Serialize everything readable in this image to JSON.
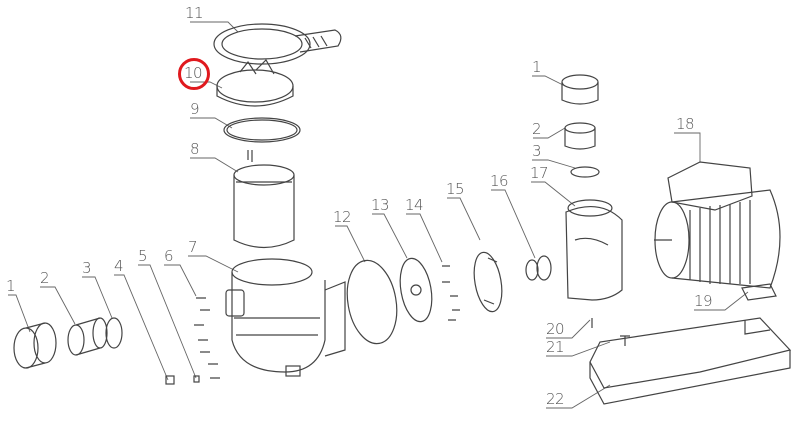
{
  "diagram": {
    "highlight_color": "#e0191e",
    "line_color": "#444444",
    "highlighted_part": "10",
    "labels": {
      "l11": "11",
      "l10": "10",
      "l9": "9",
      "l8": "8",
      "l7": "7",
      "l6": "6",
      "l5": "5",
      "l4": "4",
      "l3": "3",
      "l2": "2",
      "l1": "1",
      "l12": "12",
      "l13": "13",
      "l14": "14",
      "l15": "15",
      "l16": "16",
      "l17": "17",
      "r1": "1",
      "r2": "2",
      "r3": "3",
      "l18": "18",
      "l19": "19",
      "l20": "20",
      "l21": "21",
      "l22": "22"
    }
  }
}
